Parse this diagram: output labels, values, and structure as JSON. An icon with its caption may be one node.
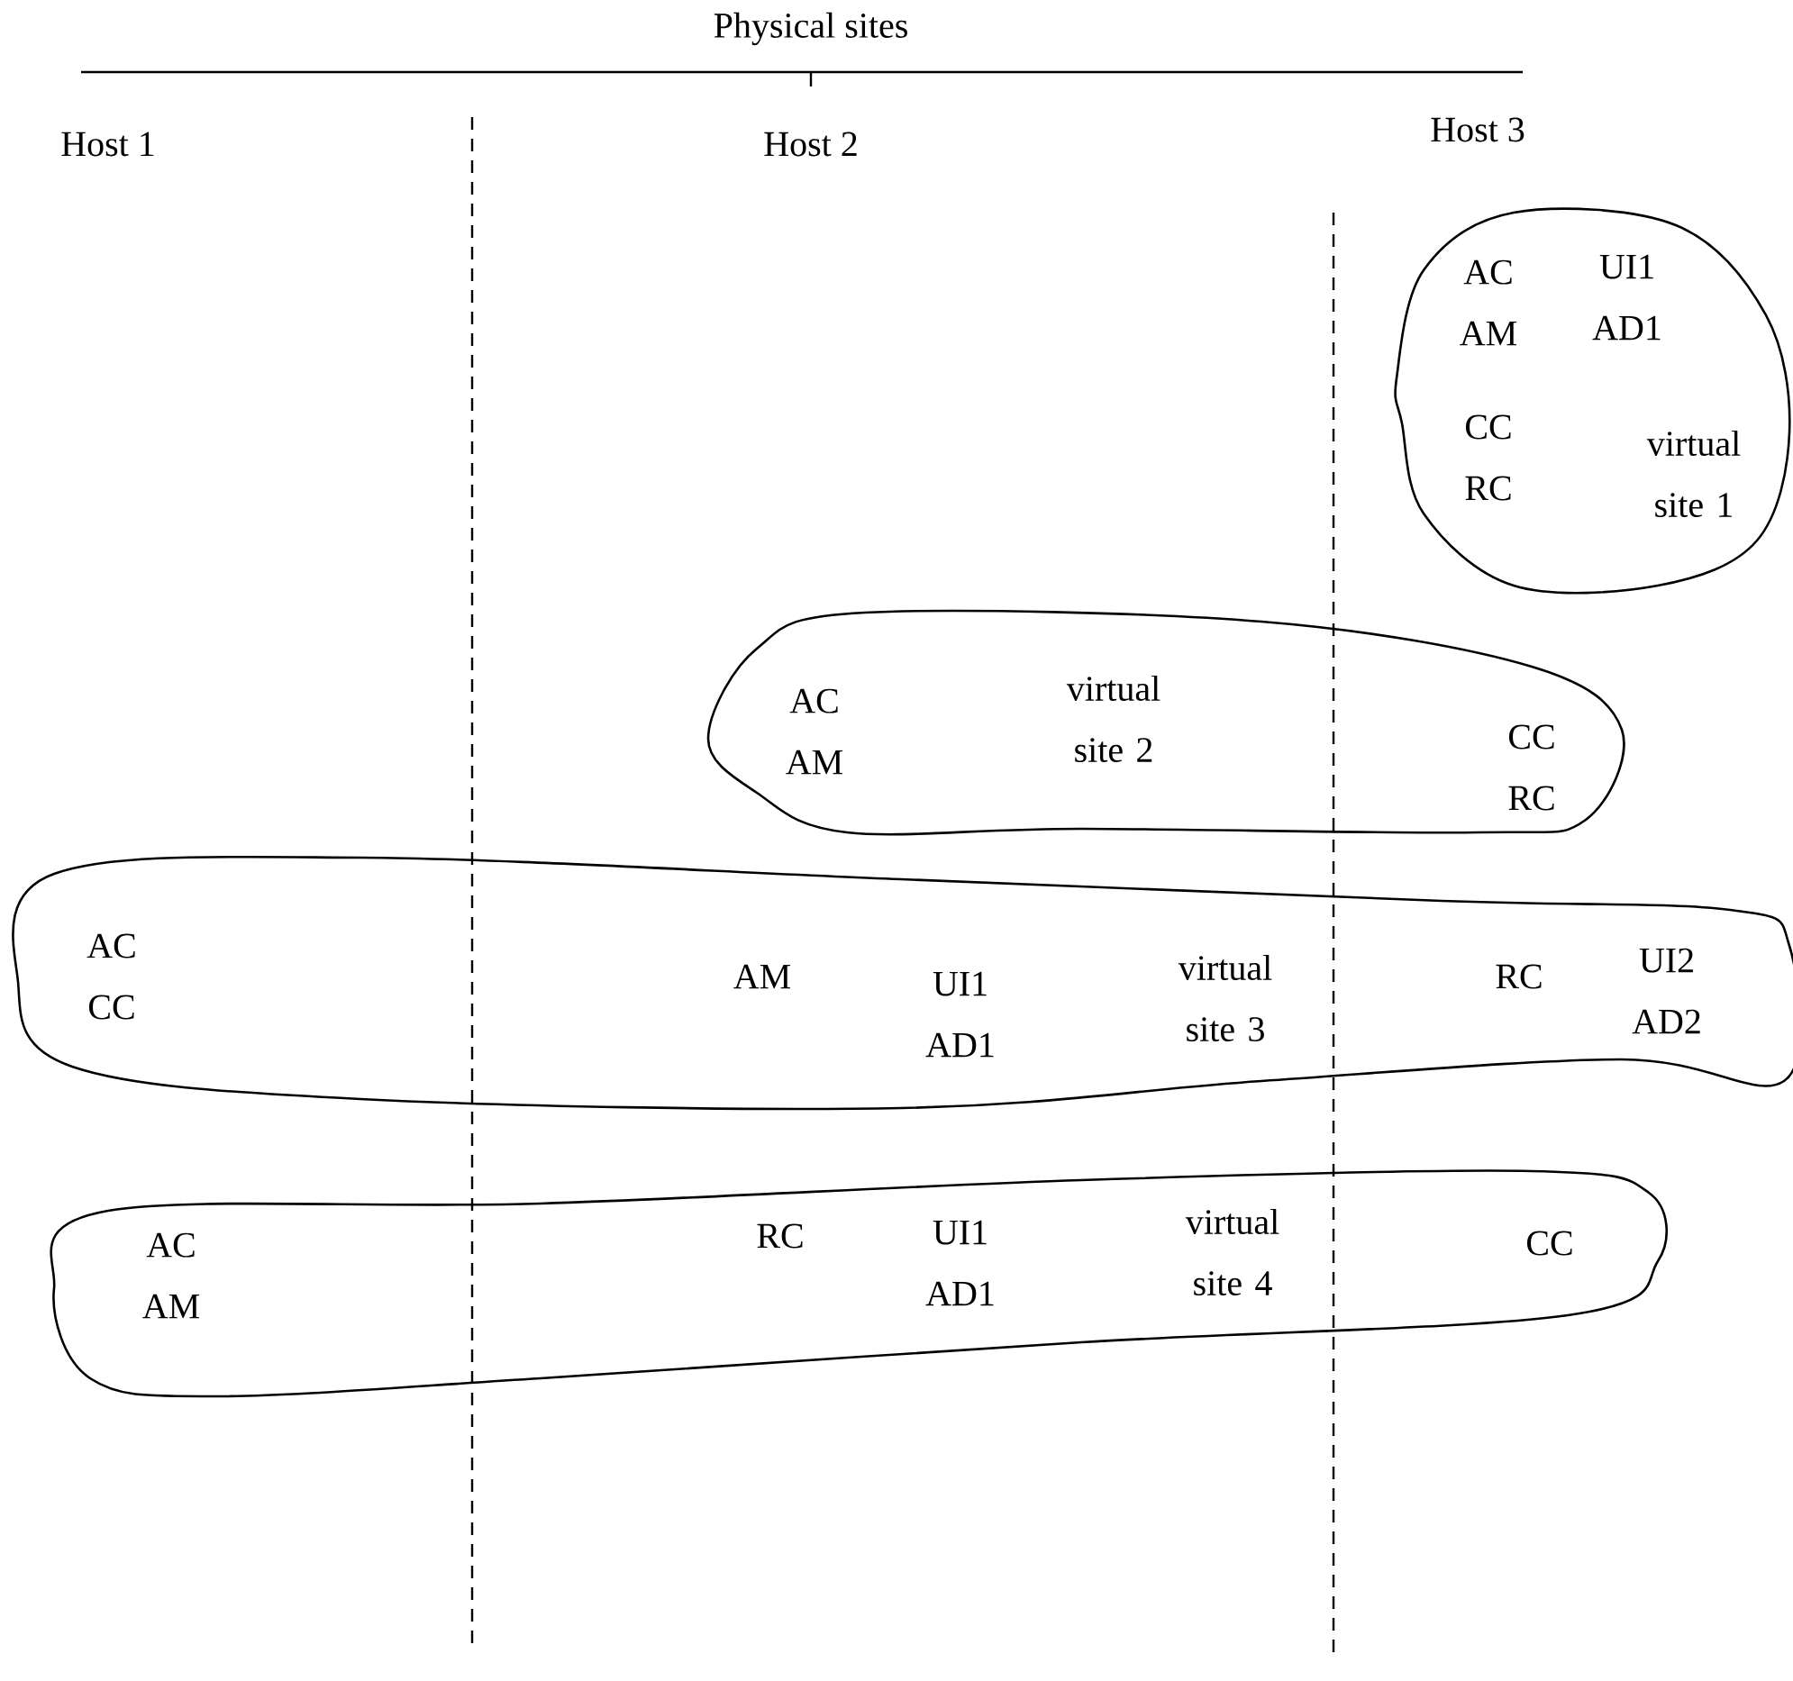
{
  "diagram": {
    "title": "Physical sites",
    "nodes": [
      {
        "text": [
          "AC AM",
          "UI1 AD1",
          "CC RC",
          "virtual site 1"
        ]
      },
      {
        "text": [
          "AC AM",
          "virtual site 2",
          "CC RC"
        ]
      },
      {
        "text": [
          "AC CC",
          "AM",
          "UI1 AD1",
          "virtual site 3",
          "RC",
          "UI2 AD2"
        ]
      },
      {
        "text": [
          "AC AM",
          "RC",
          "UI1 AD1",
          "virtual site 4",
          "CC"
        ]
      }
    ],
    "labels": [
      "Host 1",
      "Host 2",
      "Host 3"
    ]
  }
}
